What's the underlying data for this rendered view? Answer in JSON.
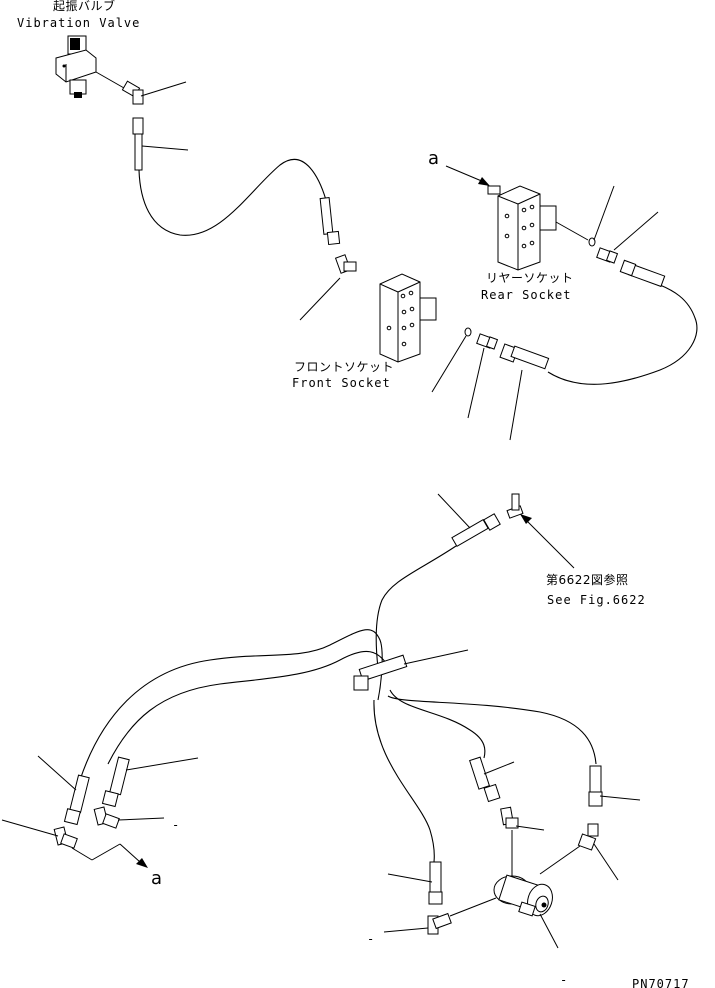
{
  "labels": {
    "vibration_valve_jp": "起振バルブ",
    "vibration_valve_en": "Vibration Valve",
    "rear_socket_jp": "リヤーソケット",
    "rear_socket_en": "Rear Socket",
    "front_socket_jp": "フロントソケット",
    "front_socket_en": "Front Socket",
    "see_fig_jp": "第6622図参照",
    "see_fig_en": "See Fig.6622",
    "view_a_top": "a",
    "view_a_bottom": "a",
    "dash_1": "-",
    "dash_2": "-",
    "dash_3": "-",
    "drawing_number": "PN70717"
  }
}
